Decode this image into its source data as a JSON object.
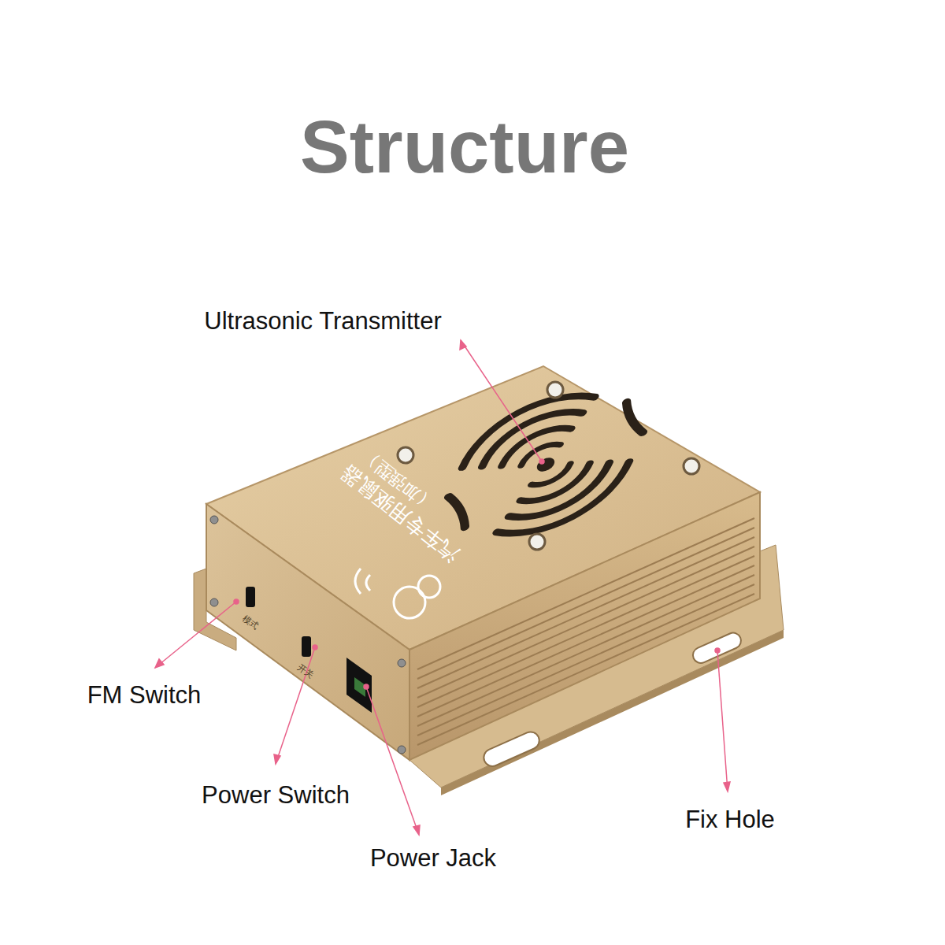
{
  "diagram": {
    "title": "Structure",
    "labels": [
      "Ultrasonic Transmitter",
      "汽车专用驱鼠器",
      "（加强型）",
      "模式",
      "FM Switch",
      "开关",
      "Power Switch",
      "Power Jack",
      "Fix Hole"
    ]
  }
}
